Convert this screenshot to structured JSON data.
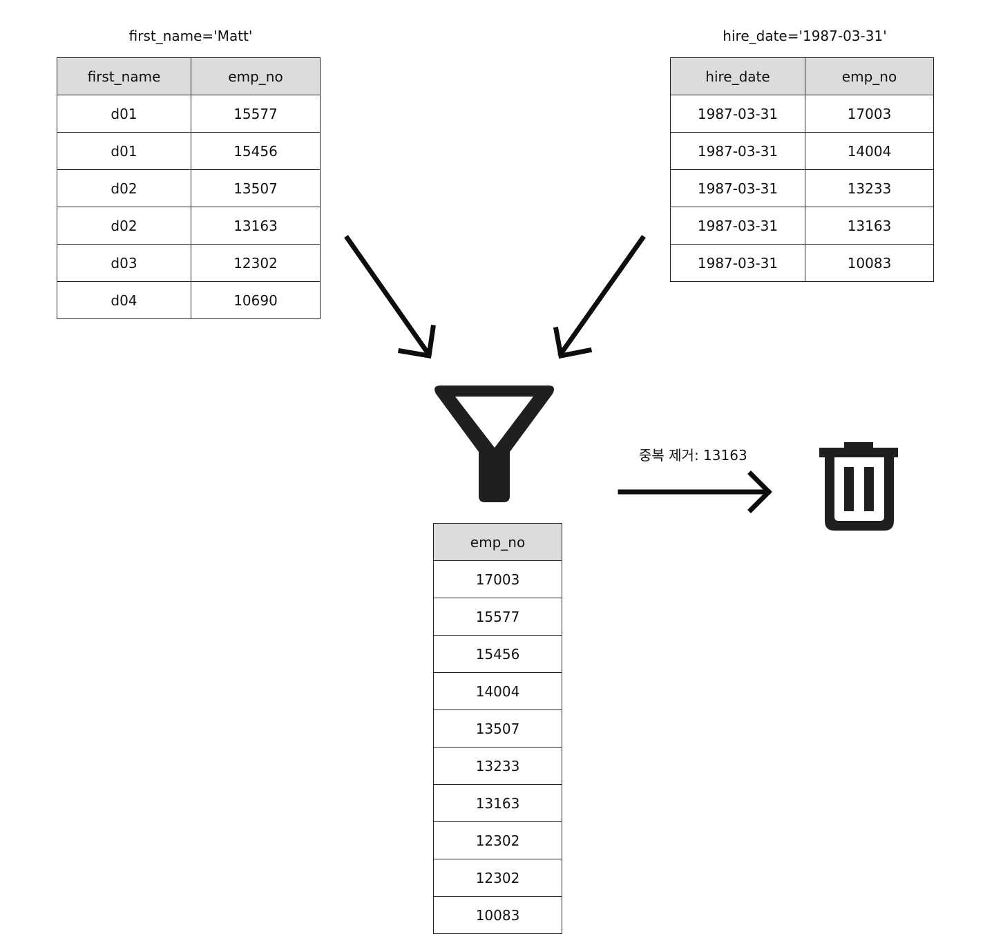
{
  "left_table": {
    "caption": "first_name='Matt'",
    "headers": [
      "first_name",
      "emp_no"
    ],
    "rows": [
      [
        "d01",
        "15577"
      ],
      [
        "d01",
        "15456"
      ],
      [
        "d02",
        "13507"
      ],
      [
        "d02",
        "13163"
      ],
      [
        "d03",
        "12302"
      ],
      [
        "d04",
        "10690"
      ]
    ]
  },
  "right_table": {
    "caption": "hire_date='1987-03-31'",
    "headers": [
      "hire_date",
      "emp_no"
    ],
    "rows": [
      [
        "1987-03-31",
        "17003"
      ],
      [
        "1987-03-31",
        "14004"
      ],
      [
        "1987-03-31",
        "13233"
      ],
      [
        "1987-03-31",
        "13163"
      ],
      [
        "1987-03-31",
        "10083"
      ]
    ]
  },
  "result_table": {
    "header": "emp_no",
    "rows": [
      "17003",
      "15577",
      "15456",
      "14004",
      "13507",
      "13233",
      "13163",
      "12302",
      "12302",
      "10083"
    ]
  },
  "dedup_label": "중복 제거: 13163",
  "icons": {
    "filter": "filter-icon",
    "trash": "trash-icon"
  },
  "colors": {
    "header_bg": "#dcdcdc",
    "ink": "#1a1a1a"
  }
}
